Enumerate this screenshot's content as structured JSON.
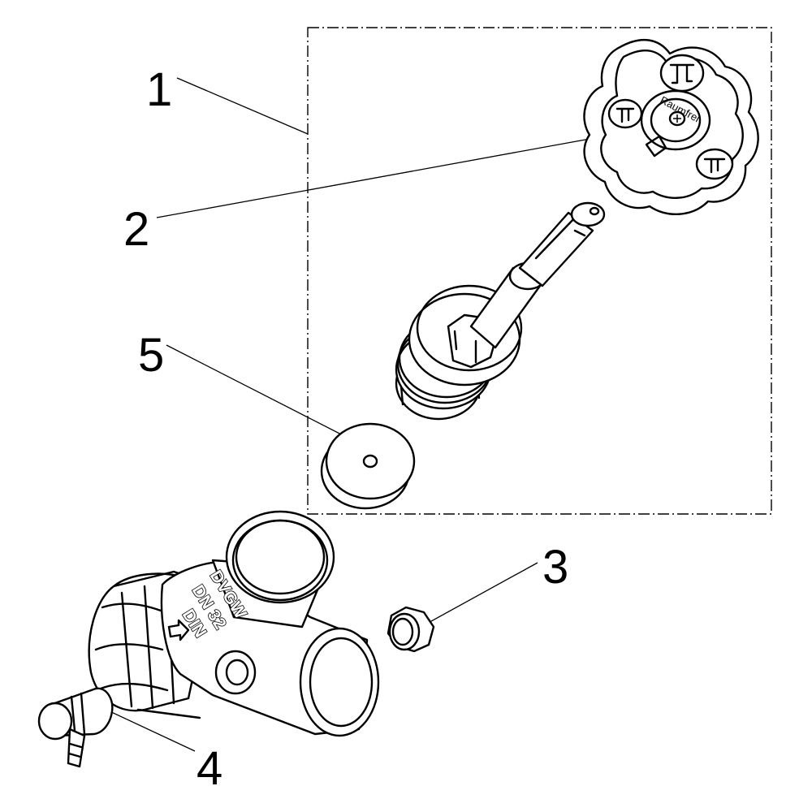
{
  "callouts": [
    {
      "id": "1",
      "label": "1"
    },
    {
      "id": "2",
      "label": "2"
    },
    {
      "id": "3",
      "label": "3"
    },
    {
      "id": "4",
      "label": "4"
    },
    {
      "id": "5",
      "label": "5"
    }
  ],
  "body_markings": {
    "line1": "DVGW",
    "line2": "DN 32",
    "line3": "DIN"
  },
  "handwheel_text": "Raumfrei"
}
